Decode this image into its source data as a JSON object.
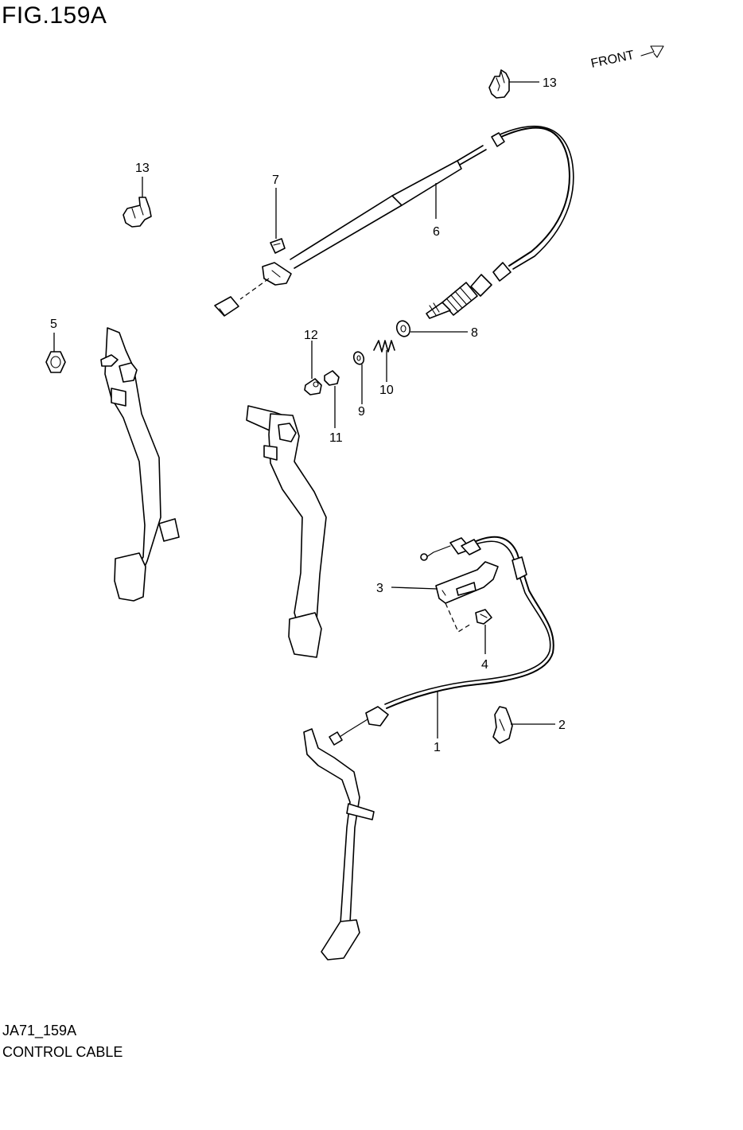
{
  "figure": {
    "title": "FIG.159A",
    "code": "JA71_159A",
    "caption": "CONTROL CABLE",
    "direction_label": "FRONT"
  },
  "callouts": [
    {
      "id": "c1",
      "label": "1"
    },
    {
      "id": "c2",
      "label": "2"
    },
    {
      "id": "c3",
      "label": "3"
    },
    {
      "id": "c4",
      "label": "4"
    },
    {
      "id": "c5",
      "label": "5"
    },
    {
      "id": "c6",
      "label": "6"
    },
    {
      "id": "c7",
      "label": "7"
    },
    {
      "id": "c8",
      "label": "8"
    },
    {
      "id": "c9",
      "label": "9"
    },
    {
      "id": "c10",
      "label": "10"
    },
    {
      "id": "c11",
      "label": "11"
    },
    {
      "id": "c12",
      "label": "12"
    },
    {
      "id": "c13a",
      "label": "13"
    },
    {
      "id": "c13b",
      "label": "13"
    }
  ],
  "colors": {
    "line": "#000000",
    "background": "#ffffff"
  }
}
